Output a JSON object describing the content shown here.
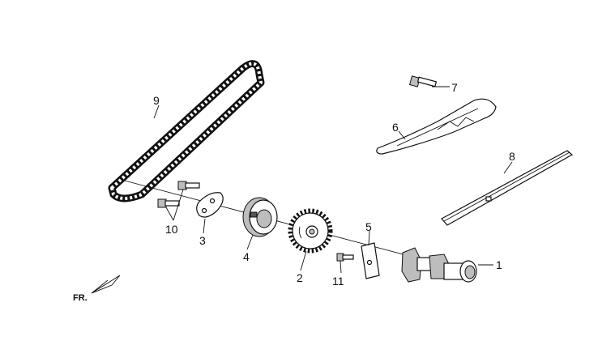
{
  "callouts": {
    "p1": "1",
    "p2": "2",
    "p3": "3",
    "p4": "4",
    "p5": "5",
    "p6": "6",
    "p7": "7",
    "p8": "8",
    "p9": "9",
    "p10": "10",
    "p11": "11"
  },
  "direction_label": "FR."
}
